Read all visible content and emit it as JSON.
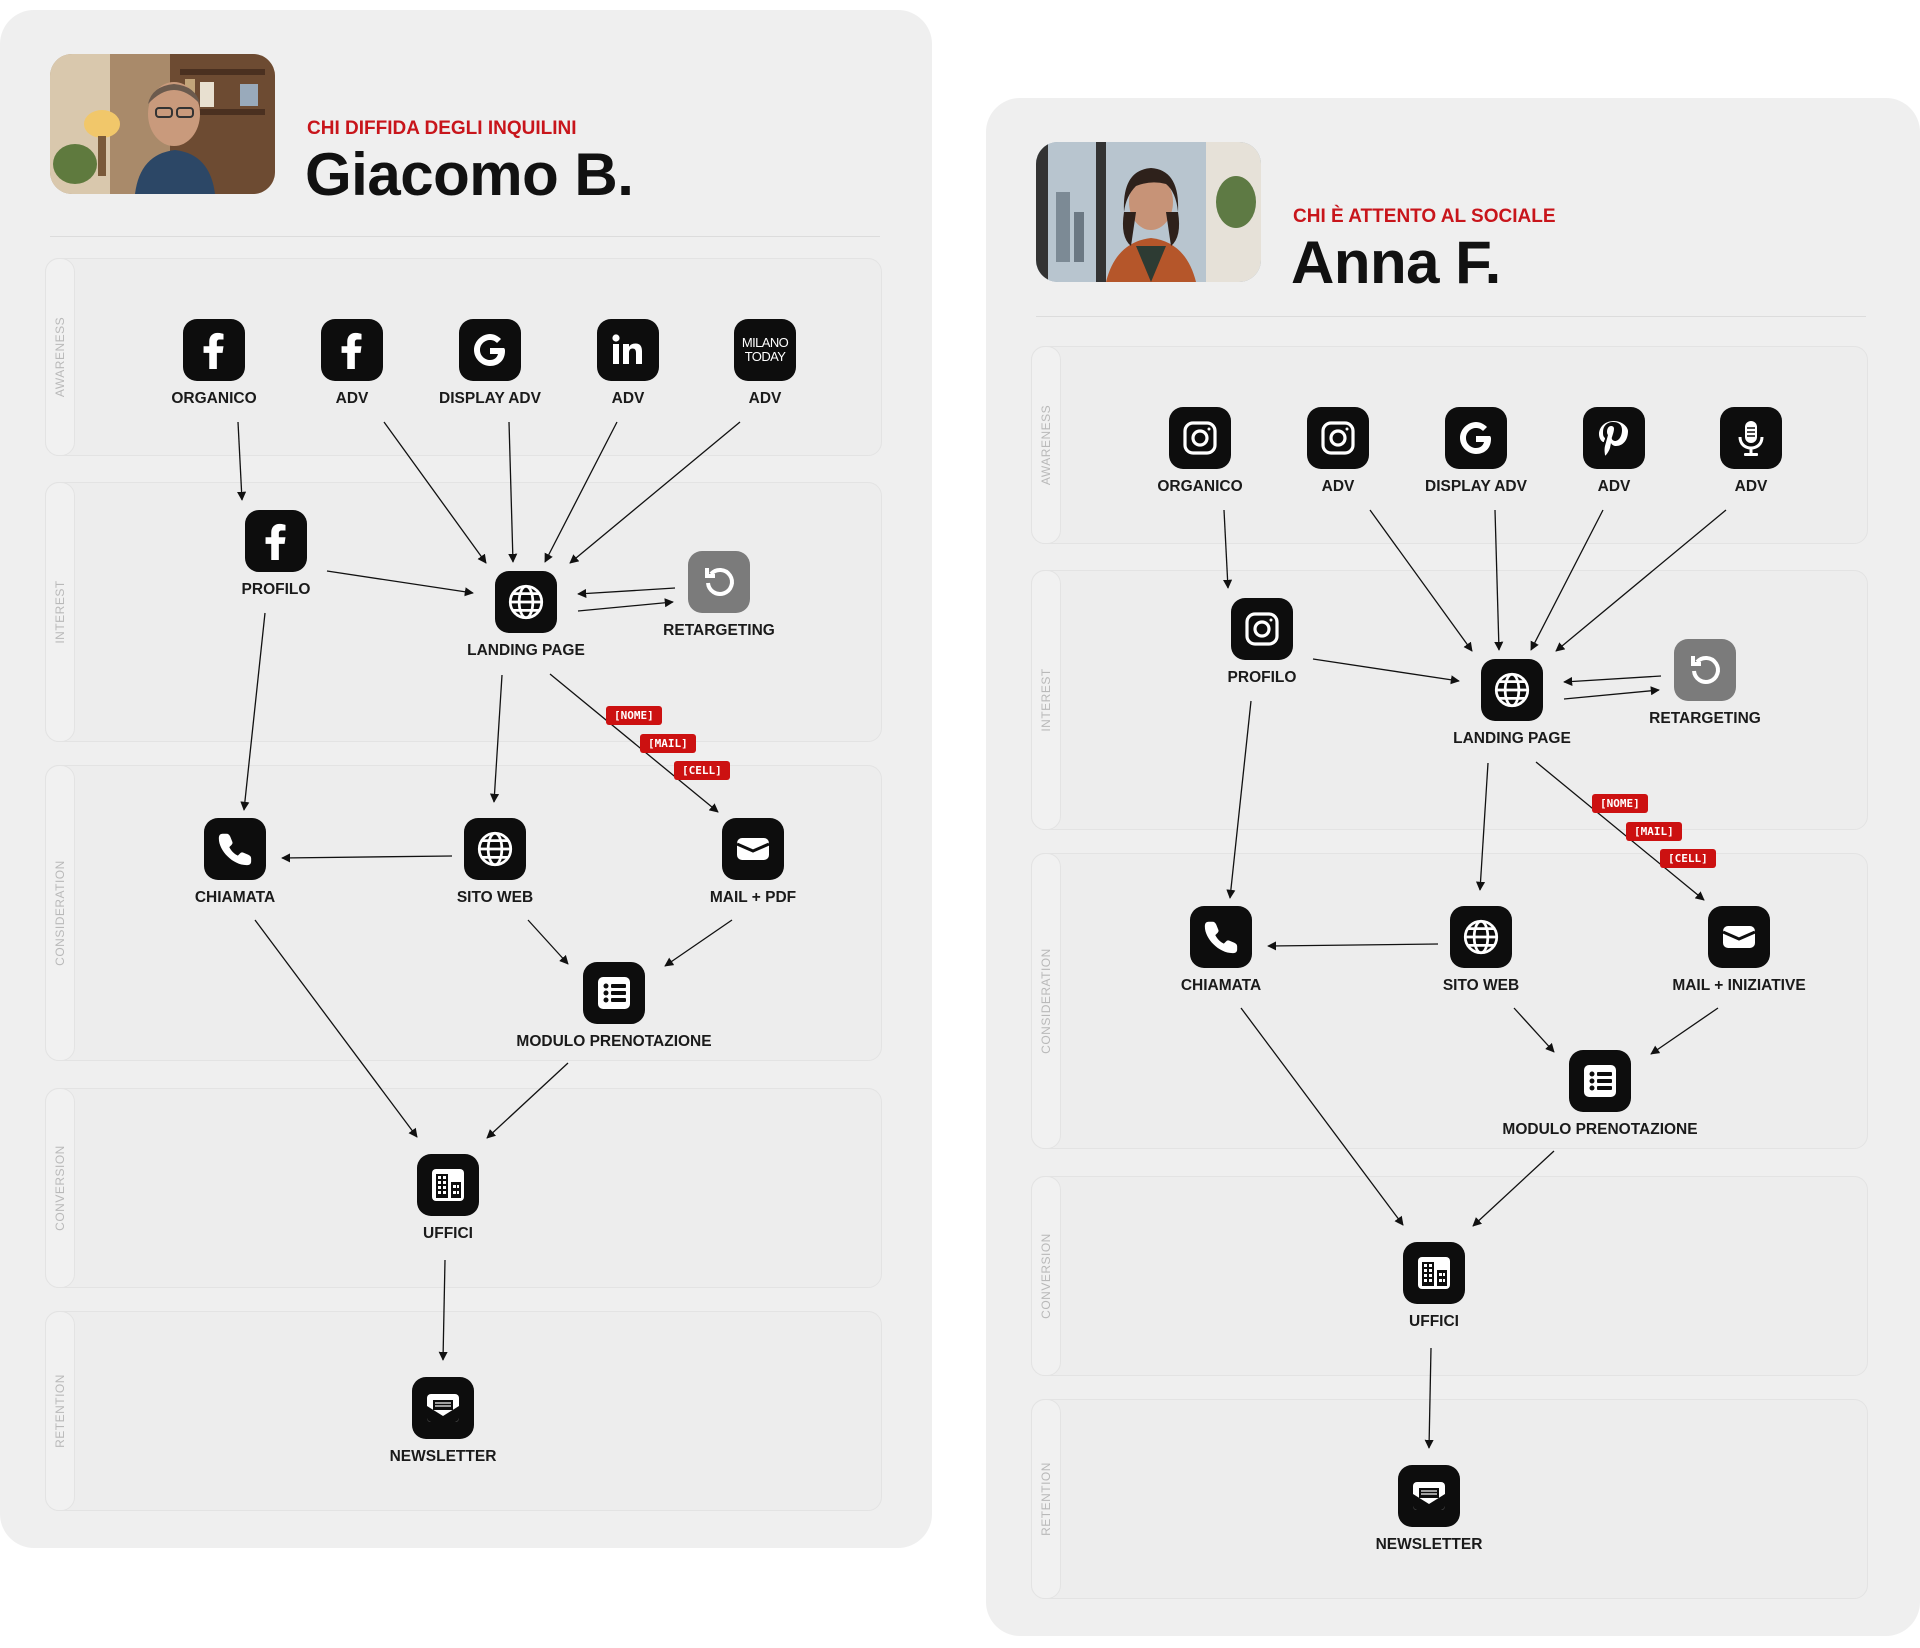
{
  "personas": [
    {
      "subtitle": "CHI DIFFIDA DEGLI INQUILINI",
      "name": "Giacomo B.",
      "photo_icon": "man-portrait-photo",
      "stages": [
        "AWARENESS",
        "INTEREST",
        "CONSIDERATION",
        "CONVERSION",
        "RETENTION"
      ],
      "awareness": [
        {
          "label": "ORGANICO",
          "icon": "facebook-icon"
        },
        {
          "label": "ADV",
          "icon": "facebook-icon"
        },
        {
          "label": "DISPLAY ADV",
          "icon": "google-icon"
        },
        {
          "label": "ADV",
          "icon": "linkedin-icon"
        },
        {
          "label": "ADV",
          "icon": "milano-today-icon",
          "icon_text": [
            "MILANO",
            "TODAY"
          ]
        }
      ],
      "interest": {
        "profilo": {
          "label": "PROFILO",
          "icon": "facebook-icon"
        },
        "landing": {
          "label": "LANDING PAGE",
          "icon": "globe-icon"
        },
        "retargeting": {
          "label": "RETARGETING",
          "icon": "retargeting-icon"
        }
      },
      "consideration": {
        "chiamata": {
          "label": "CHIAMATA",
          "icon": "phone-icon"
        },
        "sito": {
          "label": "SITO WEB",
          "icon": "globe-icon"
        },
        "mail": {
          "label": "MAIL + PDF",
          "icon": "mail-icon"
        },
        "modulo": {
          "label": "MODULO PRENOTAZIONE",
          "icon": "list-form-icon"
        }
      },
      "tags": [
        "[NOME]",
        "[MAIL]",
        "[CELL]"
      ],
      "conversion": {
        "label": "UFFICI",
        "icon": "office-icon"
      },
      "retention": {
        "label": "NEWSLETTER",
        "icon": "newsletter-icon"
      }
    },
    {
      "subtitle": "CHI È ATTENTO AL SOCIALE",
      "name": "Anna F.",
      "photo_icon": "woman-portrait-photo",
      "stages": [
        "AWARENESS",
        "INTEREST",
        "CONSIDERATION",
        "CONVERSION",
        "RETENTION"
      ],
      "awareness": [
        {
          "label": "ORGANICO",
          "icon": "instagram-icon"
        },
        {
          "label": "ADV",
          "icon": "instagram-icon"
        },
        {
          "label": "DISPLAY ADV",
          "icon": "google-icon"
        },
        {
          "label": "ADV",
          "icon": "pinterest-icon"
        },
        {
          "label": "ADV",
          "icon": "podcast-mic-icon"
        }
      ],
      "interest": {
        "profilo": {
          "label": "PROFILO",
          "icon": "instagram-icon"
        },
        "landing": {
          "label": "LANDING PAGE",
          "icon": "globe-icon"
        },
        "retargeting": {
          "label": "RETARGETING",
          "icon": "retargeting-icon"
        }
      },
      "consideration": {
        "chiamata": {
          "label": "CHIAMATA",
          "icon": "phone-icon"
        },
        "sito": {
          "label": "SITO WEB",
          "icon": "globe-icon"
        },
        "mail": {
          "label": "MAIL + INIZIATIVE",
          "icon": "mail-icon"
        },
        "modulo": {
          "label": "MODULO PRENOTAZIONE",
          "icon": "list-form-icon"
        }
      },
      "tags": [
        "[NOME]",
        "[MAIL]",
        "[CELL]"
      ],
      "conversion": {
        "label": "UFFICI",
        "icon": "office-icon"
      },
      "retention": {
        "label": "NEWSLETTER",
        "icon": "newsletter-icon"
      }
    }
  ],
  "colors": {
    "accent": "#c8151b",
    "tag": "#cc1111",
    "icon_bg": "#0d0d0d",
    "retargeting_bg": "#7b7b7b"
  }
}
